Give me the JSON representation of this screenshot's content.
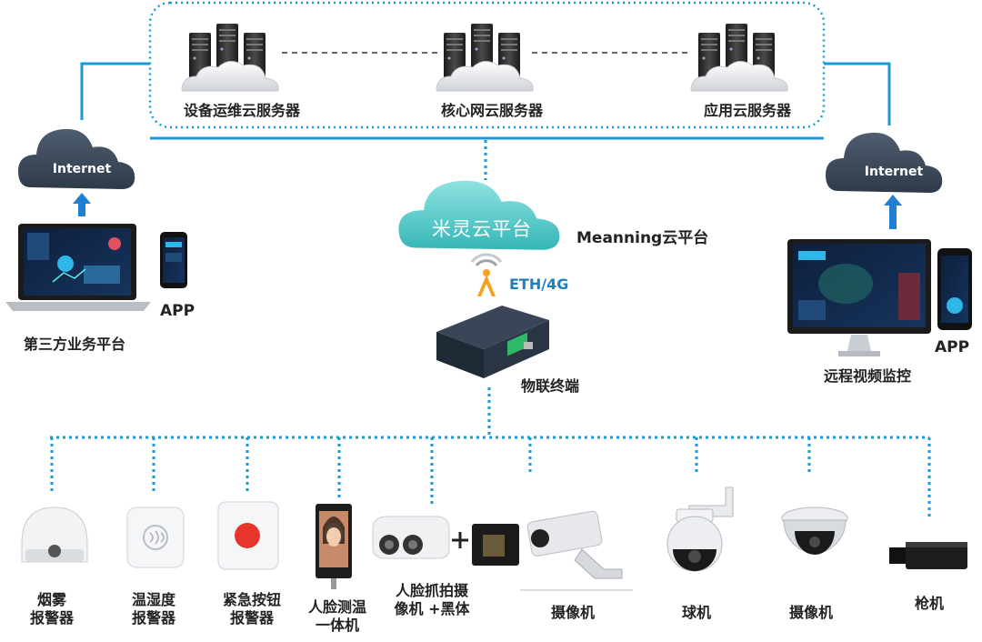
{
  "colors": {
    "accent": "#1a9ad6",
    "arrow": "#1f7fd0",
    "cloud": "#3b4a5c",
    "mi_cloud": "#5ed0cf",
    "signal": "#f4a21f",
    "alarm_red": "#e8352b"
  },
  "servers": [
    {
      "label": "设备运维云服务器"
    },
    {
      "label": "核心网云服务器"
    },
    {
      "label": "应用云服务器"
    }
  ],
  "clouds": {
    "left": "Internet",
    "right": "Internet",
    "platform": "米灵云平台"
  },
  "platform_name": "Meanning云平台",
  "link": "ETH/4G",
  "gateway": "物联终端",
  "left_client": {
    "app": "APP",
    "label": "第三方业务平台"
  },
  "right_client": {
    "app": "APP",
    "label": "远程视频监控"
  },
  "devices": [
    {
      "label": "烟雾\n报警器",
      "icon": "smoke-detector-icon"
    },
    {
      "label": "温湿度\n报警器",
      "icon": "thermo-hygrometer-icon"
    },
    {
      "label": "紧急按钮\n报警器",
      "icon": "emergency-button-icon"
    },
    {
      "label": "人脸测温\n一体机",
      "icon": "face-thermometer-icon"
    },
    {
      "label": "人脸抓拍摄\n像机 +黑体",
      "icon": "face-capture-camera-icon"
    },
    {
      "label": "摄像机",
      "icon": "bullet-camera-icon"
    },
    {
      "label": "球机",
      "icon": "ptz-dome-camera-icon"
    },
    {
      "label": "摄像机",
      "icon": "dome-camera-icon"
    },
    {
      "label": "枪机",
      "icon": "box-camera-icon"
    }
  ]
}
